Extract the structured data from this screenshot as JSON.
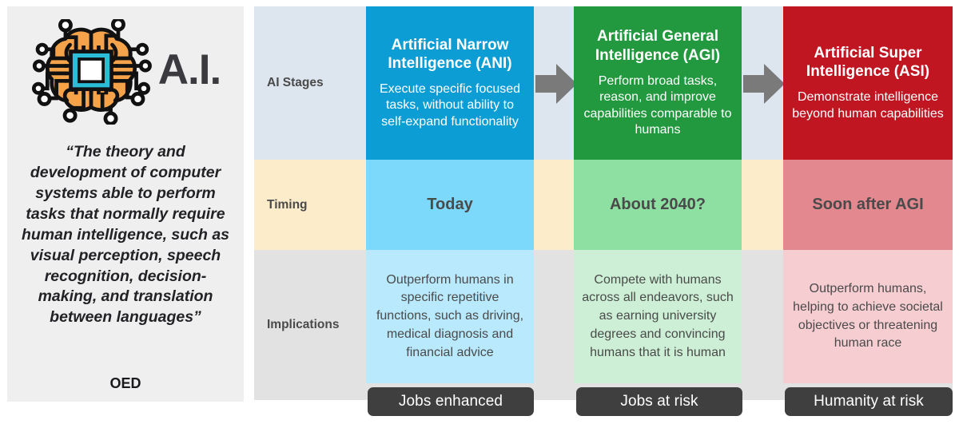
{
  "left_panel": {
    "icon_name": "ai-brain-circuit-icon",
    "wordmark": "A.I.",
    "quote": "“The theory and development of computer systems able to perform tasks that normally require human intelligence, such as visual perception, speech recognition, decision-making, and translation between languages”",
    "source": "OED",
    "colors": {
      "panel_bg": "#efefef",
      "brain_fill": "#f4a košice",
      "wordmark": "#3a3a3f"
    }
  },
  "matrix": {
    "row_labels": [
      "AI Stages",
      "Timing",
      "Implications"
    ],
    "row_band_colors": [
      "#dde5ef",
      "#fdecca",
      "#e2e2e2"
    ],
    "columns": [
      {
        "key": "ani",
        "title": "Artificial Narrow Intelligence (ANI)",
        "description": "Execute specific focused tasks, without ability to self-expand functionality",
        "timing": "Today",
        "implications": "Outperform humans in specific repetitive functions, such as driving, medical diagnosis and financial advice",
        "badge": "Jobs enhanced",
        "header_color": "#0b9dd3",
        "timing_color": "#7cd9fb",
        "implications_color": "#b9e9fc"
      },
      {
        "key": "agi",
        "title": "Artificial General Intelligence (AGI)",
        "description": "Perform broad tasks, reason, and improve capabilities comparable to humans",
        "timing": "About 2040?",
        "implications": "Compete with humans across all endeavors, such as earning university degrees and convincing humans that it is human",
        "badge": "Jobs at risk",
        "header_color": "#22993f",
        "timing_color": "#8ddfa2",
        "implications_color": "#ccefd5"
      },
      {
        "key": "asi",
        "title": "Artificial Super Intelligence (ASI)",
        "description": "Demonstrate intelligence beyond human capabilities",
        "timing": "Soon after AGI",
        "implications": "Outperform humans, helping to achieve societal objectives or threatening human race",
        "badge": "Humanity at risk",
        "header_color": "#bf1622",
        "timing_color": "#e3888e",
        "implications_color": "#f6ced2"
      }
    ],
    "arrows": [
      {
        "name": "arrow-ani-to-agi",
        "color": "#7a7a7a"
      },
      {
        "name": "arrow-agi-to-asi",
        "color": "#7a7a7a"
      }
    ],
    "badge_color": "#3f3f3f"
  }
}
